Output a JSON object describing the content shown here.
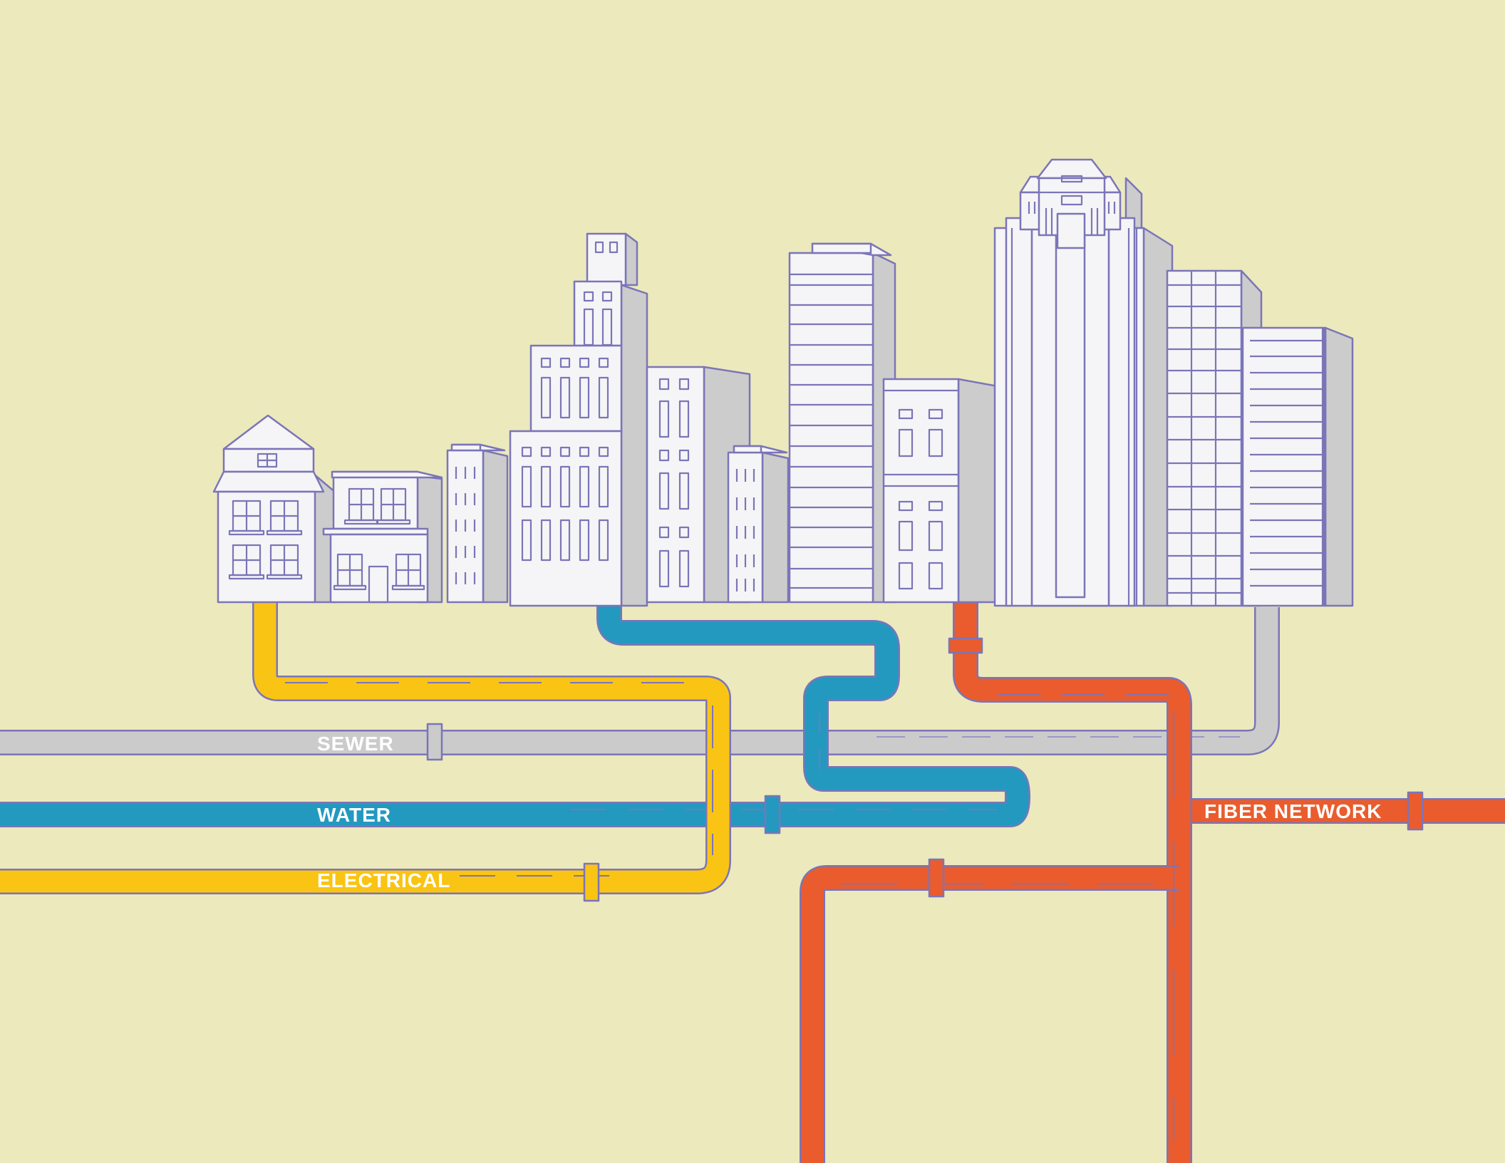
{
  "pipes": {
    "sewer": {
      "label": "SEWER",
      "color": "#cbcbcb",
      "label_color": "#ffffff"
    },
    "water": {
      "label": "WATER",
      "color": "#2399c0",
      "label_color": "#ffffff"
    },
    "electrical": {
      "label": "ELECTRICAL",
      "color": "#fac414",
      "label_color": "#ffffff"
    },
    "fiber": {
      "label": "FIBER NETWORK",
      "color": "#ea5c2d",
      "label_color": "#ffffff"
    }
  },
  "colors": {
    "background": "#ece9bd",
    "outline": "#7b75b8",
    "building_face": "#f5f5f7",
    "building_side": "#cccccc"
  }
}
